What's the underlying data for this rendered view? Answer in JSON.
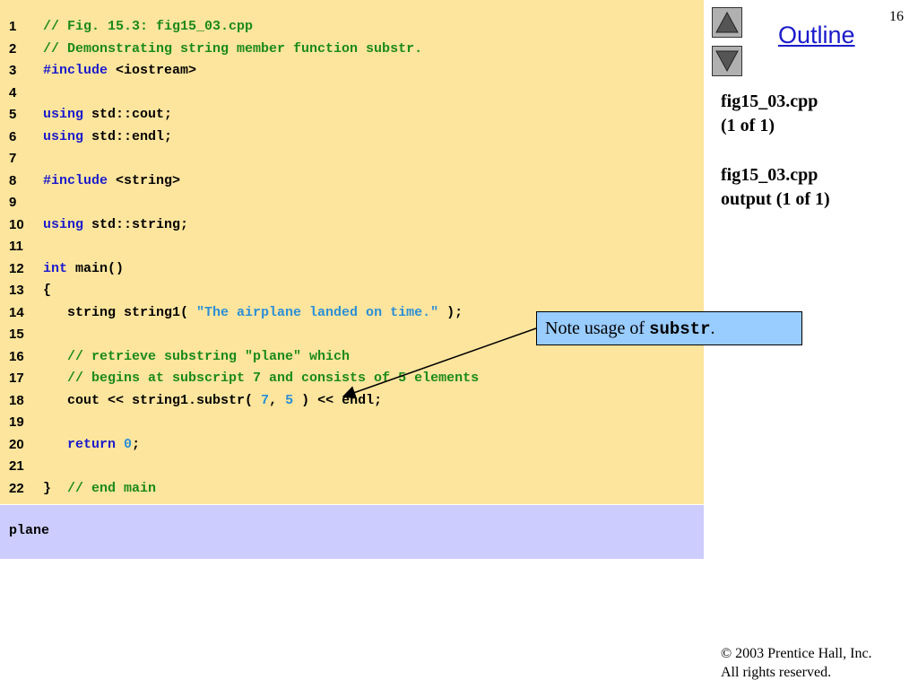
{
  "slide": {
    "page_number": "16",
    "outline_title": "Outline",
    "side_labels": [
      {
        "line1": "fig15_03.cpp",
        "line2": "(1 of 1)"
      },
      {
        "line1": "fig15_03.cpp",
        "line2": "output (1 of 1)"
      }
    ],
    "callout": {
      "text": "Note usage of ",
      "code": "substr",
      "suffix": "."
    },
    "copyright": {
      "line1": "© 2003 Prentice Hall, Inc.",
      "line2": "All rights reserved."
    }
  },
  "navigation": {
    "up_icon": "triangle-up-icon",
    "down_icon": "triangle-down-icon"
  },
  "code": {
    "lines": [
      {
        "n": "1",
        "tokens": [
          {
            "t": "// Fig. 15.3: fig15_03.cpp",
            "c": "comment"
          }
        ]
      },
      {
        "n": "2",
        "tokens": [
          {
            "t": "// Demonstrating string member function substr.",
            "c": "comment"
          }
        ]
      },
      {
        "n": "3",
        "tokens": [
          {
            "t": "#include",
            "c": "keyword"
          },
          {
            "t": " <iostream>",
            "c": "plain"
          }
        ]
      },
      {
        "n": "4",
        "tokens": []
      },
      {
        "n": "5",
        "tokens": [
          {
            "t": "using",
            "c": "keyword"
          },
          {
            "t": " std::cout;",
            "c": "plain"
          }
        ]
      },
      {
        "n": "6",
        "tokens": [
          {
            "t": "using",
            "c": "keyword"
          },
          {
            "t": " std::endl;",
            "c": "plain"
          }
        ]
      },
      {
        "n": "7",
        "tokens": []
      },
      {
        "n": "8",
        "tokens": [
          {
            "t": "#include",
            "c": "keyword"
          },
          {
            "t": " <string>",
            "c": "plain"
          }
        ]
      },
      {
        "n": "9",
        "tokens": []
      },
      {
        "n": "10",
        "tokens": [
          {
            "t": "using",
            "c": "keyword"
          },
          {
            "t": " std::string;",
            "c": "plain"
          }
        ]
      },
      {
        "n": "11",
        "tokens": []
      },
      {
        "n": "12",
        "tokens": [
          {
            "t": "int",
            "c": "keyword"
          },
          {
            "t": " main()",
            "c": "plain"
          }
        ]
      },
      {
        "n": "13",
        "tokens": [
          {
            "t": "{",
            "c": "plain"
          }
        ]
      },
      {
        "n": "14",
        "tokens": [
          {
            "t": "   string string1( ",
            "c": "plain"
          },
          {
            "t": "\"The airplane landed on time.\"",
            "c": "string"
          },
          {
            "t": " );",
            "c": "plain"
          }
        ]
      },
      {
        "n": "15",
        "tokens": []
      },
      {
        "n": "16",
        "tokens": [
          {
            "t": "   // retrieve substring \"plane\" which",
            "c": "comment"
          }
        ]
      },
      {
        "n": "17",
        "tokens": [
          {
            "t": "   // begins at subscript 7 and consists of 5 elements",
            "c": "comment"
          }
        ]
      },
      {
        "n": "18",
        "tokens": [
          {
            "t": "   cout << string1.substr( ",
            "c": "plain"
          },
          {
            "t": "7",
            "c": "number"
          },
          {
            "t": ", ",
            "c": "plain"
          },
          {
            "t": "5",
            "c": "number"
          },
          {
            "t": " ) << endl;",
            "c": "plain"
          }
        ]
      },
      {
        "n": "19",
        "tokens": []
      },
      {
        "n": "20",
        "tokens": [
          {
            "t": "   ",
            "c": "plain"
          },
          {
            "t": "return",
            "c": "keyword"
          },
          {
            "t": " ",
            "c": "plain"
          },
          {
            "t": "0",
            "c": "number"
          },
          {
            "t": ";",
            "c": "plain"
          }
        ]
      },
      {
        "n": "21",
        "tokens": []
      },
      {
        "n": "22",
        "tokens": [
          {
            "t": "}",
            "c": "plain"
          },
          {
            "t": "  // end main",
            "c": "comment"
          }
        ]
      }
    ]
  },
  "output": {
    "text": "plane"
  },
  "colors": {
    "code_background": "#fde59d",
    "output_background": "#ccccff",
    "callout_background": "#99ccff",
    "comment": "#1a8a1a",
    "keyword": "#1a1acc",
    "literal": "#2b8fd6"
  }
}
